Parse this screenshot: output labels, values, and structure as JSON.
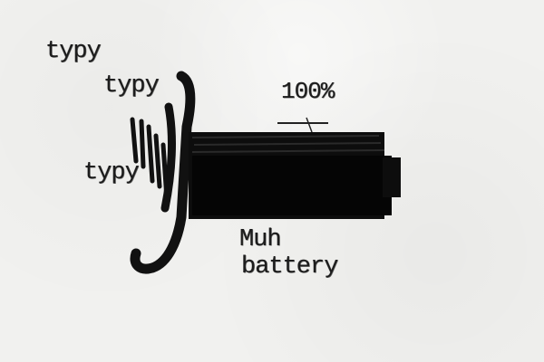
{
  "canvas": {
    "background": "#f1f1ef",
    "ink": "#111111"
  },
  "annotations": {
    "typy_1": "typy",
    "typy_2": "typy",
    "typy_3": "typy"
  },
  "battery": {
    "level_label": "100%",
    "caption_line1": "Muh",
    "caption_line2": "battery",
    "level_fraction": 1.0
  }
}
